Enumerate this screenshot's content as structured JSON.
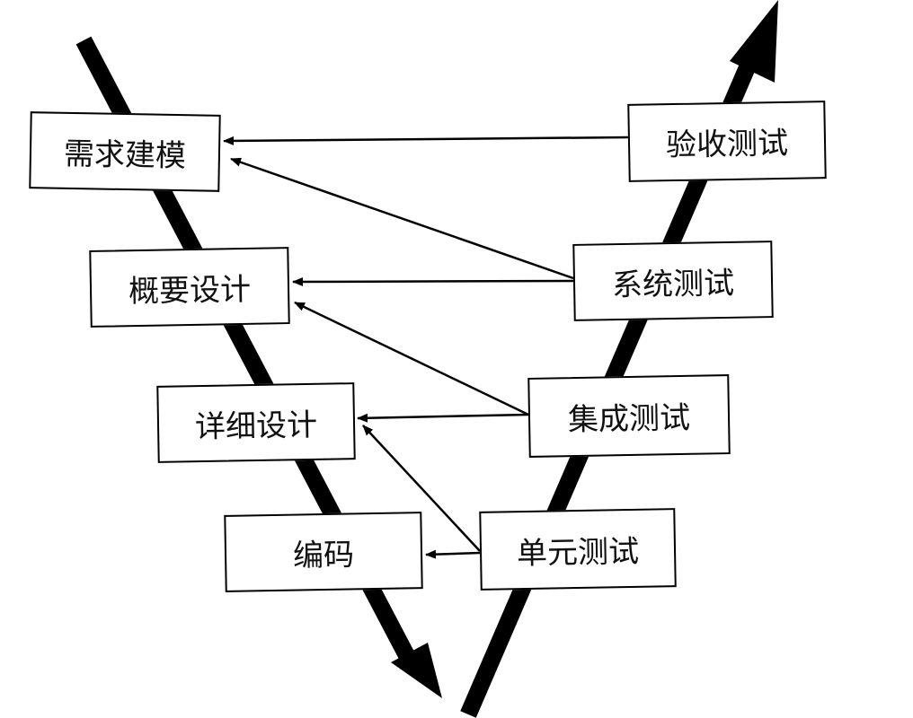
{
  "diagram": {
    "stages": {
      "requirements": "需求建模",
      "architecture": "概要设计",
      "detailed_design": "详细设计",
      "coding": "编码",
      "acceptance_test": "验收测试",
      "system_test": "系统测试",
      "integration_test": "集成测试",
      "unit_test": "单元测试"
    },
    "colors": {
      "line": "#000000",
      "box_border": "#000000",
      "text": "#111111",
      "background": "#ffffff"
    }
  }
}
